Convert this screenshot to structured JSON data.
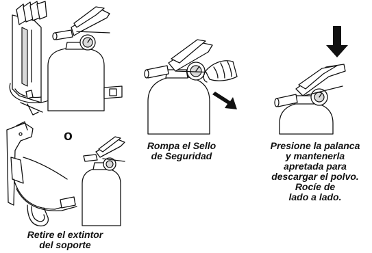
{
  "connector_word": "o",
  "steps": [
    {
      "id": "remove",
      "caption_lines": [
        "Retire el extintor",
        "del soporte"
      ]
    },
    {
      "id": "break-seal",
      "caption_lines": [
        "Rompa el Sello",
        "de Seguridad"
      ]
    },
    {
      "id": "squeeze",
      "caption_lines": [
        "Presione la palanca",
        "y mantenerla",
        "apretada para",
        "descargar el polvo.",
        "Rocíe de",
        "lado a lado."
      ]
    }
  ]
}
